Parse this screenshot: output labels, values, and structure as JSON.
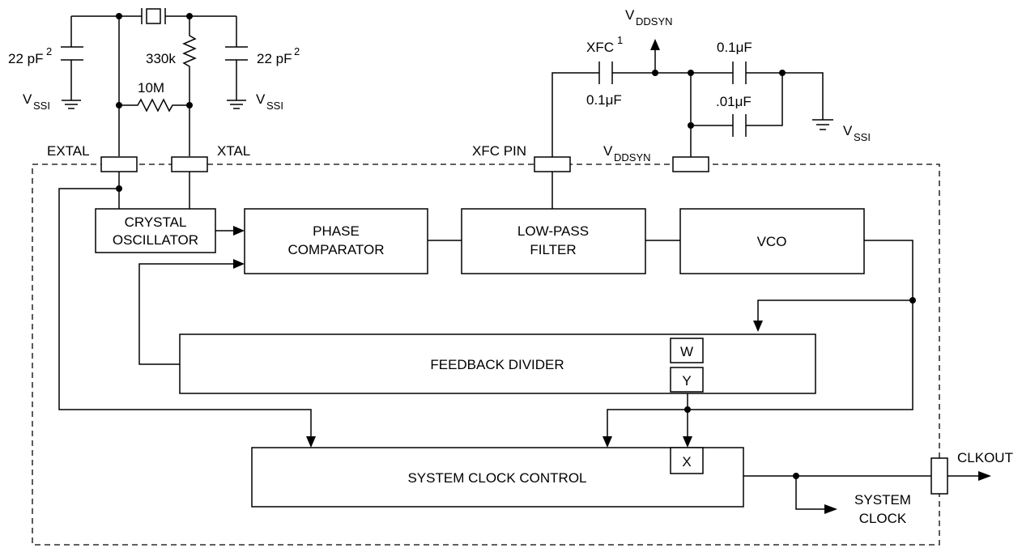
{
  "blocks": {
    "crystal_osc_line1": "CRYSTAL",
    "crystal_osc_line2": "OSCILLATOR",
    "phase_comp_line1": "PHASE",
    "phase_comp_line2": "COMPARATOR",
    "lpf_line1": "LOW-PASS",
    "lpf_line2": "FILTER",
    "vco": "VCO",
    "feedback_divider": "FEEDBACK DIVIDER",
    "system_clock_control": "SYSTEM CLOCK CONTROL",
    "w": "W",
    "y": "Y",
    "x": "X"
  },
  "pins": {
    "extal": "EXTAL",
    "xtal": "XTAL",
    "xfc_pin": "XFC PIN",
    "clkout": "CLKOUT",
    "system_clock_line1": "SYSTEM",
    "system_clock_line2": "CLOCK"
  },
  "components": {
    "cap_left": "22 pF",
    "cap_right": "22 pF",
    "cap_note": "2",
    "r_330k": "330k",
    "r_10m": "10M",
    "xfc": "XFC",
    "xfc_note": "1",
    "c_xfc": "0.1μF",
    "c_top": "0.1μF",
    "c_01": ".01μF"
  },
  "supplies": {
    "v": "V",
    "ssi": "SSI",
    "ddsyn": "DDSYN"
  }
}
